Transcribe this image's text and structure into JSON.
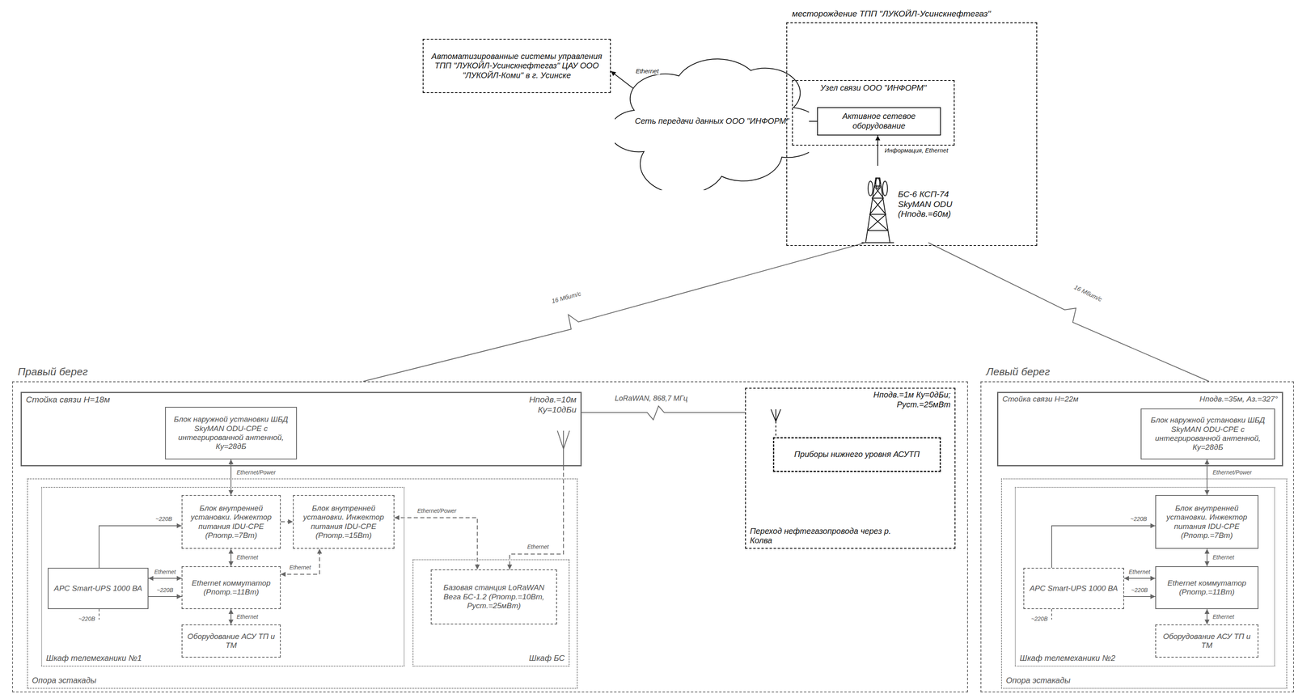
{
  "diagram": {
    "nodes": [
      {
        "text": [
          "Автоматизированные системы управления ТПП \"ЛУКОЙЛ-Усинскнефтегаз\" ЦАУ ООО \"ЛУКОЙЛ-Коми\" в г. Усинске"
        ]
      },
      {
        "text": [
          "Сеть передачи данных ООО \"ИНФОРМ\""
        ]
      },
      {
        "text": [
          "месторождение ТПП \"ЛУКОЙЛ-Усинскнефтегаз\""
        ]
      },
      {
        "text": [
          "Узел связи ООО \"ИНФОРМ\""
        ],
        "in": 2
      },
      {
        "text": [
          "Активное сетевое оборудование"
        ],
        "in": 3
      },
      {
        "text": [
          "БС-6 КСП-74 SkyMAN ODU (Нподв.=60м)"
        ],
        "in": 2
      },
      {
        "text": [
          "Правый берег"
        ]
      },
      {
        "text": [
          "Стойка связи H=18м",
          "Нподв.=10м Ку=10дБи"
        ],
        "in": 6
      },
      {
        "text": [
          "Блок наружной установки ШБД SkyMAN ODU-CPE с интегрированной антенной, Ку=28дБ"
        ],
        "in": 7
      },
      {
        "text": [
          "Опора эстакады"
        ],
        "in": 6
      },
      {
        "text": [
          "Шкаф телемеханики №1"
        ],
        "in": 9
      },
      {
        "text": [
          "Блок внутренней установки. Инжектор питания IDU-CPE (Pпотр.=7Вт)"
        ],
        "in": 10
      },
      {
        "text": [
          "Блок внутренней установки. Инжектор питания IDU-CPE (Pпотр.=15Вт)"
        ],
        "in": 10
      },
      {
        "text": [
          "APC Smart-UPS 1000 ВА"
        ],
        "in": 10
      },
      {
        "text": [
          "Ethernet коммутатор (Pпотр.=11Вт)"
        ],
        "in": 10
      },
      {
        "text": [
          "Оборудование АСУ ТП и ТМ"
        ],
        "in": 10
      },
      {
        "text": [
          "Шкаф БС"
        ],
        "in": 9
      },
      {
        "text": [
          "Базовая станция LoRaWAN Вега БС-1.2 (Pпотр.=10Вт, Руст.=25мВт)"
        ],
        "in": 16
      },
      {
        "text": [
          "Нподв.=1м Ку=0дБи; Руст.=25мВт",
          "Переход нефтегазопровода через р. Колва"
        ],
        "in": 6
      },
      {
        "text": [
          "Приборы нижнего уровня АСУТП"
        ],
        "in": 18
      },
      {
        "text": [
          "Левый берег"
        ]
      },
      {
        "text": [
          "Стойка связи H=22м",
          "Нподв.=35м, Аз.=327°"
        ],
        "in": 20
      },
      {
        "text": [
          "Блок наружной установки ШБД SkyMAN ODU-CPE с интегрированной антенной, Ку=28дБ"
        ],
        "in": 21
      },
      {
        "text": [
          "Опора эстакады"
        ],
        "in": 20
      },
      {
        "text": [
          "Шкаф телемеханики №2"
        ],
        "in": 23
      },
      {
        "text": [
          "Блок внутренней установки. Инжектор питания IDU-CPE (Pпотр.=7Вт)"
        ],
        "in": 24
      },
      {
        "text": [
          "APC Smart-UPS 1000 ВА"
        ],
        "in": 24
      },
      {
        "text": [
          "Ethernet коммутатор (Pпотр.=11Вт)"
        ],
        "in": 24
      },
      {
        "text": [
          "Оборудование АСУ ТП и ТМ"
        ],
        "in": 24
      }
    ],
    "edges": [
      {
        "from": 0,
        "to": 1,
        "label": "Ethernet",
        "arrow": "both"
      },
      {
        "from": 1,
        "to": 4,
        "arrow": "none"
      },
      {
        "from": 5,
        "to": 4,
        "label": "Информация, Ethernet",
        "arrow": "to"
      },
      {
        "from": 5,
        "to": 6,
        "label": "16 Мбит/с",
        "arrow": "none"
      },
      {
        "from": 5,
        "to": 20,
        "label": "16 Мбит/с",
        "arrow": "none"
      },
      {
        "from": 7,
        "to": 18,
        "label": "LoRaWAN, 868,7 МГц",
        "arrow": "none"
      },
      {
        "from": 8,
        "to": 11,
        "label": "Ethernet/Power",
        "arrow": "both"
      },
      {
        "from": 11,
        "to": 12,
        "arrow": "to"
      },
      {
        "from": 13,
        "to": 11,
        "label": "~220В",
        "arrow": "to"
      },
      {
        "from": 13,
        "to": 14,
        "label": "~220В",
        "arrow": "to"
      },
      {
        "from": 13,
        "to": 14,
        "label": "Ethernet",
        "arrow": "both"
      },
      {
        "from": 11,
        "to": 14,
        "label": "Ethernet",
        "arrow": "both"
      },
      {
        "from": 14,
        "to": 15,
        "label": "Ethernet",
        "arrow": "both"
      },
      {
        "from": 14,
        "to": 12,
        "label": "Ethernet",
        "arrow": "both"
      },
      {
        "from": 12,
        "to": 17,
        "label": "Ethernet/Power",
        "arrow": "both"
      },
      {
        "from": 7,
        "to": 17,
        "label": "Ethernet",
        "arrow": "to"
      },
      {
        "from": 22,
        "to": 25,
        "label": "Ethernet/Power",
        "arrow": "both"
      },
      {
        "from": 26,
        "to": 25,
        "label": "~220В",
        "arrow": "to"
      },
      {
        "from": 26,
        "to": 27,
        "label": "~220В",
        "arrow": "to"
      },
      {
        "from": 26,
        "to": 27,
        "label": "Ethernet",
        "arrow": "both"
      },
      {
        "from": 25,
        "to": 27,
        "label": "Ethernet",
        "arrow": "both"
      },
      {
        "from": 27,
        "to": 28,
        "label": "Ethernet",
        "arrow": "both"
      }
    ],
    "labels": [
      "~220В",
      "~220В"
    ]
  }
}
